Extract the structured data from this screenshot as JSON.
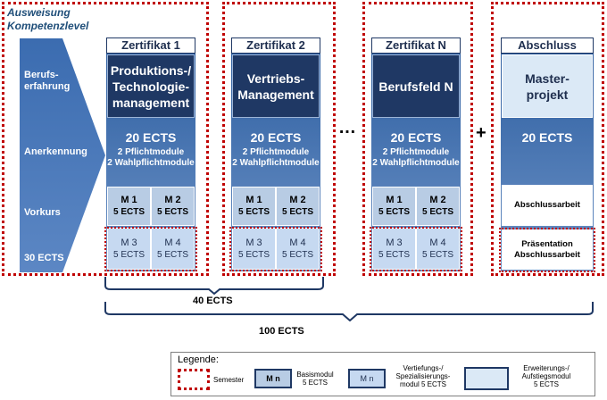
{
  "left": {
    "title_line1": "Ausweisung",
    "title_line2": "Kompetenzlevel",
    "labels": [
      "Berufs-",
      "erfahrung",
      "Anerkennung",
      "Vorkurs",
      "30 ECTS"
    ]
  },
  "columns": [
    {
      "header": "Zertifikat 1",
      "name_lines": [
        "Produktions-/",
        "Technologie-",
        "management"
      ],
      "ects": "20 ECTS",
      "sub1": "2 Pflichtmodule",
      "sub2": "2 Wahlpflichtmodule",
      "modules": [
        {
          "m": "M 1",
          "e": "5 ECTS"
        },
        {
          "m": "M 2",
          "e": "5 ECTS"
        },
        {
          "m": "M 3",
          "e": "5 ECTS"
        },
        {
          "m": "M 4",
          "e": "5 ECTS"
        }
      ]
    },
    {
      "header": "Zertifikat 2",
      "name_lines": [
        "Vertriebs-",
        "Management"
      ],
      "ects": "20 ECTS",
      "sub1": "2 Pflichtmodule",
      "sub2": "2 Wahlpflichtmodule",
      "modules": [
        {
          "m": "M 1",
          "e": "5 ECTS"
        },
        {
          "m": "M 2",
          "e": "5 ECTS"
        },
        {
          "m": "M 3",
          "e": "5 ECTS"
        },
        {
          "m": "M 4",
          "e": "5 ECTS"
        }
      ]
    },
    {
      "header": "Zertifikat N",
      "name_lines": [
        "Berufsfeld N"
      ],
      "ects": "20 ECTS",
      "sub1": "2 Pflichtmodule",
      "sub2": "2 Wahlpflichtmodule",
      "modules": [
        {
          "m": "M 1",
          "e": "5 ECTS"
        },
        {
          "m": "M 2",
          "e": "5 ECTS"
        },
        {
          "m": "M 3",
          "e": "5 ECTS"
        },
        {
          "m": "M 4",
          "e": "5 ECTS"
        }
      ]
    }
  ],
  "separators": {
    "ellipsis": "…",
    "plus": "+"
  },
  "abschluss": {
    "header": "Abschluss",
    "name_lines": [
      "Master-",
      "projekt"
    ],
    "ects": "20 ECTS",
    "arbeit": "Abschlussarbeit",
    "praes_line1": "Präsentation",
    "praes_line2": "Abschlussarbeit"
  },
  "brackets": {
    "ects40": "40 ECTS",
    "ects100": "100 ECTS"
  },
  "legend": {
    "title": "Legende:",
    "semester": "Semester",
    "mn": "M n",
    "basis_line1": "Basismodul",
    "basis_line2": "5 ECTS",
    "spec_line1": "Vertiefungs-/",
    "spec_line2": "Spezialisierungs-",
    "spec_line3": "modul 5 ECTS",
    "erw_line1": "Erweiterungs-/",
    "erw_line2": "Aufstiegsmodul",
    "erw_line3": "5 ECTS"
  }
}
